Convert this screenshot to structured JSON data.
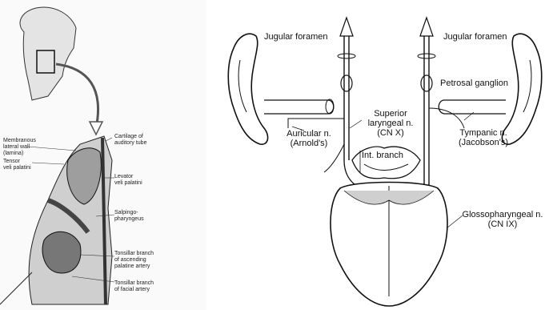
{
  "left_panel": {
    "labels": {
      "membranous_wall": [
        "Membranous",
        "lateral wall",
        "(lamina)"
      ],
      "tensor": [
        "Tensor",
        "veli palatini"
      ],
      "cartilage": [
        "Cartilage of",
        "auditory tube"
      ],
      "levator": [
        "Levator",
        "veli palatini"
      ],
      "salpingo": [
        "Salpingo-",
        "pharyngeus"
      ],
      "tonsillar_asc": [
        "Tonsillar branch",
        "of ascending",
        "palatine artery"
      ],
      "tonsillar_fac": [
        "Tonsillar branch",
        "of facial artery"
      ]
    }
  },
  "right_panel": {
    "labels": {
      "jugular_left": "Jugular foramen",
      "jugular_right": "Jugular foramen",
      "petrosal": "Petrosal ganglion",
      "superior_laryngeal": [
        "Superior",
        "laryngeal n.",
        "(CN X)"
      ],
      "auricular": [
        "Auricular n.",
        "(Arnold's)"
      ],
      "int_branch": "Int. branch",
      "tympanic": [
        "Tympanic n.",
        "(Jacobson's)"
      ],
      "glossopharyngeal": [
        "Glossopharyngeal n.",
        "(CN IX)"
      ]
    }
  },
  "colors": {
    "line": "#111111",
    "shade": "#555555",
    "tissue": "#bdbdbd"
  }
}
